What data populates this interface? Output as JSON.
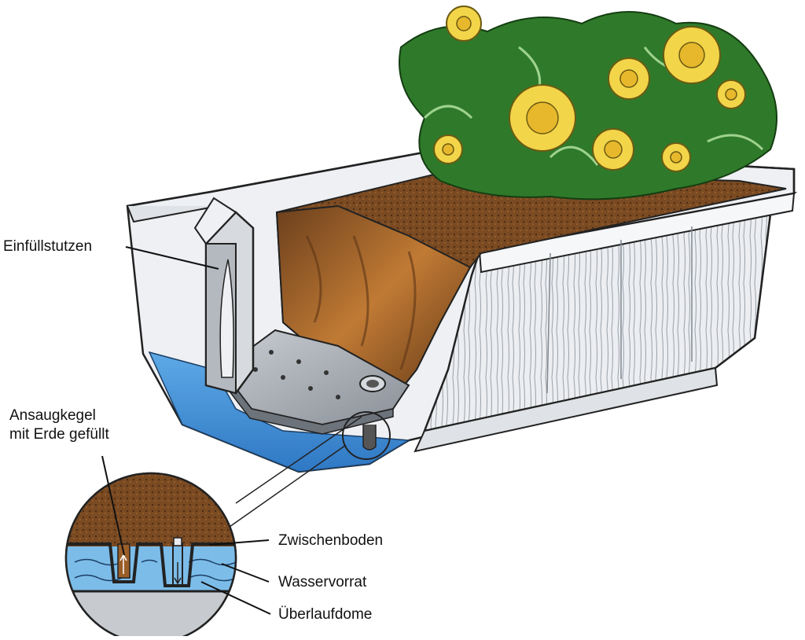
{
  "labels": {
    "filler_pipe": "Einfüllstutzen",
    "suction_cone_line1": "Ansaugkegel",
    "suction_cone_line2": "mit Erde gefüllt",
    "false_bottom": "Zwischenboden",
    "water_reservoir": "Wasservorrat",
    "overflow_domes": "Überlaufdome"
  },
  "colors": {
    "soil": "#7a4a22",
    "soil_light": "#b8702e",
    "water": "#3f8fd6",
    "water_light": "#a9d3f0",
    "planter": "#e9ebee",
    "planter_shadow": "#9aa0a8",
    "petal": "#f3d54a",
    "leaf": "#2f7a2a"
  }
}
